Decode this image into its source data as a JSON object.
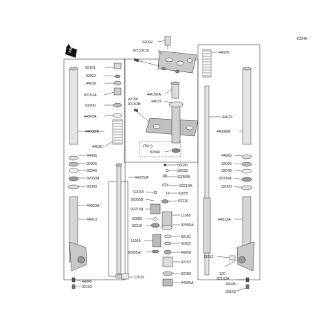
{
  "diagram": {
    "figure_id": "F2340",
    "front_marker": "FRONT",
    "year_note": "('04~)",
    "labels": {
      "p92092": "92092",
      "p92153cd": "92153C/D",
      "p44026_top": "44026",
      "p92161_l": "92161",
      "p92022_l": "92022",
      "p44028_l": "44028",
      "p92152a_l": "92152A",
      "p92200_l": "92200",
      "p44065a_l": "44065A",
      "p44008a_l": "44008/A",
      "p44026_l": "44026",
      "p44065_l": "44065",
      "p92026_l": "92026",
      "p92049_l": "92049",
      "p92033a_l": "92033A",
      "p92093_l": "92093",
      "p44023a_l": "44023A",
      "p44013_l": "44013",
      "p44045_l": "44045",
      "p92153_l": "92153",
      "p92150": "92150",
      "p92153b": "92153B",
      "p44039a": "44039/A",
      "p44037": "44037",
      "p92066": "92066",
      "p44075a": "44075/A",
      "p56030": "56030",
      "p92033_c": "92033",
      "p92055b_r": "92055B",
      "p92210a_r": "92210A",
      "p92055_r": "92055",
      "p92210_r": "92210",
      "p92033_m": "92033",
      "p92055b_m": "92055B",
      "p92210a_m": "92210A",
      "p92055_m": "92055",
      "p92210_m": "92210",
      "p11065_r": "11065",
      "p92055a_r": "92055A",
      "p92161_c": "92161",
      "p92022_c": "92022",
      "p11065_m": "11065",
      "p92055a_m": "92055A",
      "p44028_c": "44028",
      "p92152_c": "92152",
      "p92200_c": "92200",
      "p44065a_c": "44065A",
      "p11012_c": "11012",
      "p44023_r": "44023",
      "p44008a_r": "44008/A",
      "p44065_r": "44065",
      "p92026_r": "92026",
      "p92049_r": "92049",
      "p92033a_r": "92033A",
      "p92093_r": "92093",
      "p44013a_r": "44013A",
      "p11012_r": "11012",
      "p120": "120",
      "p92153a": "92153A",
      "p44045_r": "44045",
      "p92153_r": "92153"
    }
  }
}
